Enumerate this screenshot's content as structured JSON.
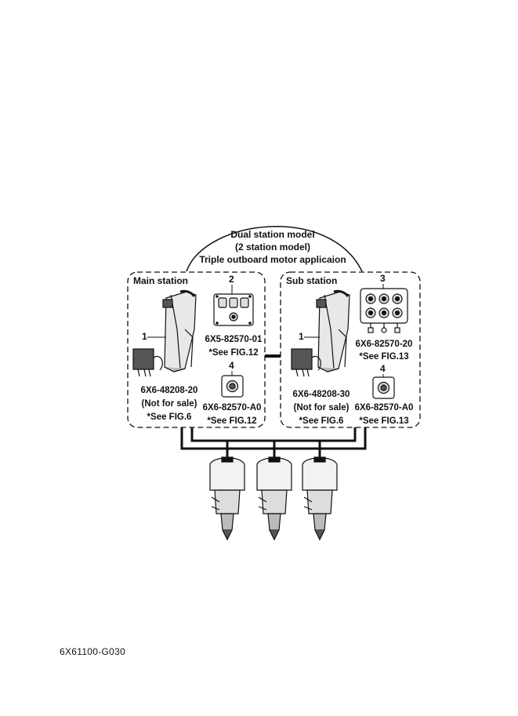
{
  "title": {
    "line1": "Dual station model",
    "line2": "(2 station model)",
    "line3": "Triple outboard motor applicaion"
  },
  "main_station": {
    "heading": "Main station",
    "control_callout": "1",
    "control_part": "6X6-48208-20",
    "control_note": "(Not for sale)",
    "control_fig": "*See FIG.6",
    "switch_callout": "2",
    "switch_part": "6X5-82570-01",
    "switch_fig": "*See FIG.12",
    "stop_callout": "4",
    "stop_part": "6X6-82570-A0",
    "stop_fig": "*See FIG.12"
  },
  "sub_station": {
    "heading": "Sub station",
    "control_callout": "1",
    "control_part": "6X6-48208-30",
    "control_note": "(Not for sale)",
    "control_fig": "*See FIG.6",
    "switch_callout": "3",
    "switch_part": "6X6-82570-20",
    "switch_fig": "*See FIG.13",
    "stop_callout": "4",
    "stop_part": "6X6-82570-A0",
    "stop_fig": "*See FIG.13"
  },
  "footer_code": "6X61100-G030"
}
